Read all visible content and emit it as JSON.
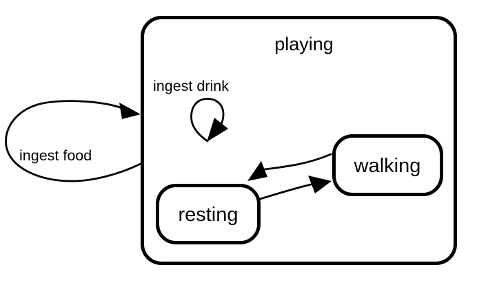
{
  "diagram": {
    "type": "statechart",
    "background_color": "#ffffff",
    "line_color": "#000000",
    "states": {
      "playing": {
        "label": "playing",
        "kind": "composite",
        "contains": [
          "resting",
          "walking"
        ]
      },
      "resting": {
        "label": "resting",
        "kind": "atomic"
      },
      "walking": {
        "label": "walking",
        "kind": "atomic"
      }
    },
    "transitions": [
      {
        "from": "playing",
        "to": "playing",
        "label": "ingest food",
        "style": "external-self-loop-left"
      },
      {
        "from": "playing",
        "to": "playing",
        "label": "ingest drink",
        "style": "internal-self-loop"
      },
      {
        "from": "walking",
        "to": "resting",
        "label": "",
        "style": "curved"
      },
      {
        "from": "resting",
        "to": "walking",
        "label": "",
        "style": "curved"
      }
    ]
  }
}
